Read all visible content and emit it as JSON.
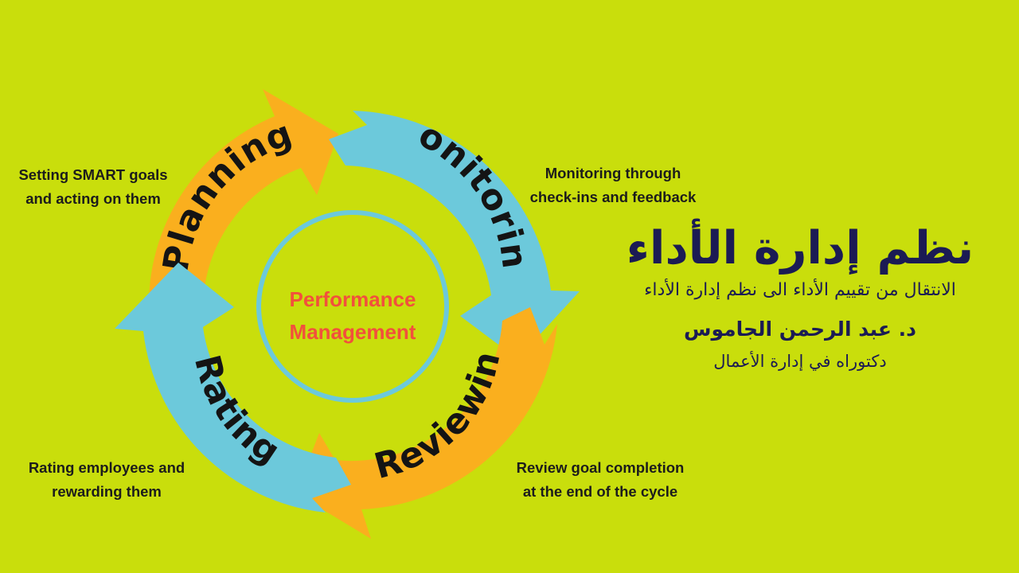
{
  "slide": {
    "background_color": "#c9de0c",
    "title_color": "#1b1b54",
    "center_text_color": "#f2503c",
    "orange_color": "#faaf1e",
    "cyan_color": "#6cc9db",
    "caption_color": "#1c1c1c"
  },
  "diagram": {
    "center": {
      "line1": "Performance",
      "line2": "Management"
    },
    "stages": [
      {
        "id": "planning",
        "label": "Planning",
        "color": "#faaf1e",
        "caption_line1": "Setting SMART goals",
        "caption_line2": "and acting on them"
      },
      {
        "id": "monitoring",
        "label": "Monitoring",
        "color": "#6cc9db",
        "caption_line1": "Monitoring through",
        "caption_line2": "check-ins and feedback"
      },
      {
        "id": "reviewing",
        "label": "Reviewing",
        "color": "#faaf1e",
        "caption_line1": "Review goal completion",
        "caption_line2": "at the end of the cycle"
      },
      {
        "id": "rating",
        "label": "Rating",
        "color": "#6cc9db",
        "caption_line1": "Rating employees and",
        "caption_line2": "rewarding them"
      }
    ]
  },
  "heading": {
    "main_title": "نظم إدارة الأداء",
    "subtitle": "الانتقال من تقييم الأداء الى نظم إدارة الأداء",
    "author": "د. عبد الرحمن الجاموس",
    "credential": "دكتوراه في إدارة الأعمال"
  }
}
